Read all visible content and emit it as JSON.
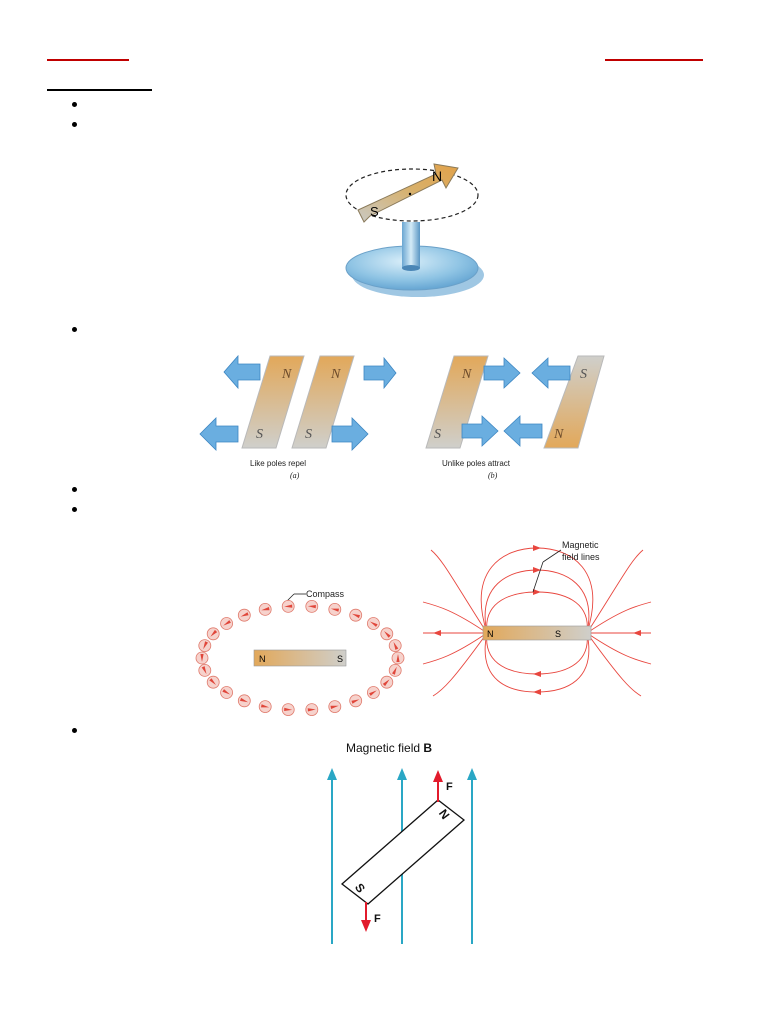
{
  "fig_stand": {
    "north": "N",
    "south": "S"
  },
  "fig_poles": {
    "a": {
      "left_top": "N",
      "left_bottom": "S",
      "right_top": "N",
      "right_bottom": "S",
      "caption": "Like poles repel",
      "sub": "(a)"
    },
    "b": {
      "left_top": "N",
      "left_bottom": "S",
      "right_top": "S",
      "right_bottom": "N",
      "caption": "Unlike poles attract",
      "sub": "(b)"
    }
  },
  "fig_compass": {
    "label": "Compass",
    "north": "N",
    "south": "S"
  },
  "fig_field_lines": {
    "label_line1": "Magnetic",
    "label_line2": "field lines",
    "north": "N",
    "south": "S"
  },
  "fig_torque": {
    "title_text": "Magnetic field ",
    "title_bold": "B",
    "force_top": "F",
    "force_bottom": "F",
    "north": "N",
    "south": "S"
  },
  "colors": {
    "heading_red": "#c00000",
    "field_blue": "#2aa7c5",
    "force_red": "#e21b2c",
    "arrow_blue": "#6aaee0",
    "line_red": "#e8463e"
  }
}
